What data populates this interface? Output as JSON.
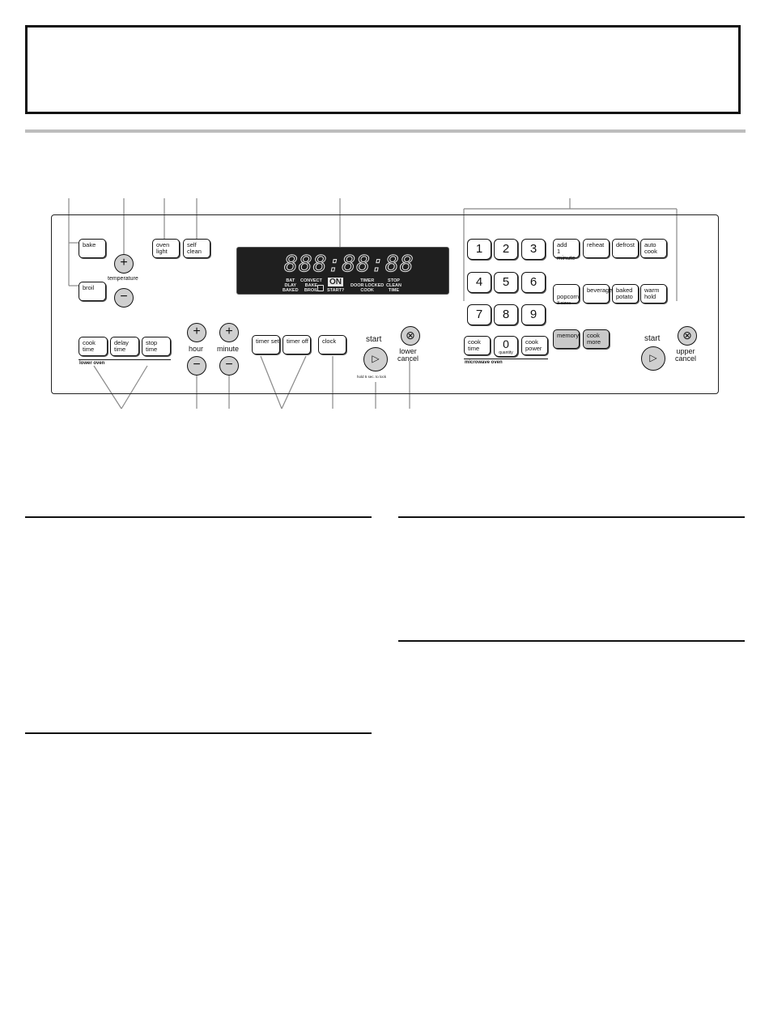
{
  "lower_controls": {
    "bake": "bake",
    "broil": "broil",
    "temperature": "temperature",
    "oven_light": "oven\nlight",
    "self_clean": "self\nclean",
    "cook_time": "cook\ntime",
    "delay_time": "delay\ntime",
    "stop_time": "stop\ntime",
    "lower_oven": "lower oven",
    "hour": "hour",
    "minute": "minute",
    "timer_set": "timer set",
    "timer_off": "timer off",
    "clock": "clock",
    "start": "start",
    "hold_lock": "hold 5 sec. to lock",
    "lower_cancel": "lower\ncancel"
  },
  "display": {
    "digits": "888:88:88",
    "words_left": "BAT\nDLAY\nBAKED",
    "words_convect": "CONVECT\nBAKE\nBROIL",
    "on": "ON",
    "start_q": "START?",
    "words_door": "TIMER\nDOOR LOCKED\nCOOK",
    "words_stop": "STOP\nCLEAN\nTIME"
  },
  "microwave": {
    "keys": [
      "1",
      "2",
      "3",
      "4",
      "5",
      "6",
      "7",
      "8",
      "9"
    ],
    "zero": "0",
    "quantity": "quantity",
    "cook_time": "cook\ntime",
    "cook_power": "cook\npower",
    "add_minute": "add\n1 minute",
    "reheat": "reheat",
    "defrost": "defrost",
    "auto_cook": "auto\ncook",
    "popcorn": "popcorn",
    "popcorn_sub": "3 sizes",
    "beverage": "beverage",
    "baked_potato": "baked\npotato",
    "warm_hold": "warm\nhold",
    "memory": "memory",
    "cook_more": "cook\nmore",
    "microwave_oven": "microwave oven",
    "start": "start",
    "upper_cancel": "upper\ncancel"
  },
  "icons": {
    "plus": "+",
    "minus": "−",
    "play": "▷",
    "cancel": "⊗"
  }
}
